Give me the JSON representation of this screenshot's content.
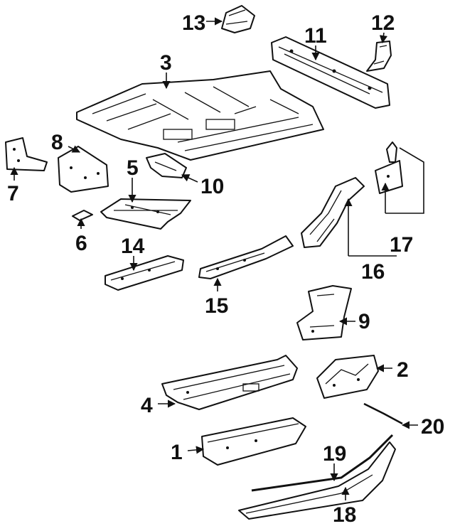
{
  "callouts": [
    {
      "id": "1",
      "text": "1"
    },
    {
      "id": "2",
      "text": "2"
    },
    {
      "id": "3",
      "text": "3"
    },
    {
      "id": "4",
      "text": "4"
    },
    {
      "id": "5",
      "text": "5"
    },
    {
      "id": "6",
      "text": "6"
    },
    {
      "id": "7",
      "text": "7"
    },
    {
      "id": "8",
      "text": "8"
    },
    {
      "id": "9",
      "text": "9"
    },
    {
      "id": "10",
      "text": "10"
    },
    {
      "id": "11",
      "text": "11"
    },
    {
      "id": "12",
      "text": "12"
    },
    {
      "id": "13",
      "text": "13"
    },
    {
      "id": "14",
      "text": "14"
    },
    {
      "id": "15",
      "text": "15"
    },
    {
      "id": "16",
      "text": "16"
    },
    {
      "id": "17",
      "text": "17"
    },
    {
      "id": "18",
      "text": "18"
    },
    {
      "id": "19",
      "text": "19"
    },
    {
      "id": "20",
      "text": "20"
    }
  ],
  "colors": {
    "line": "#111111",
    "background": "#ffffff"
  }
}
